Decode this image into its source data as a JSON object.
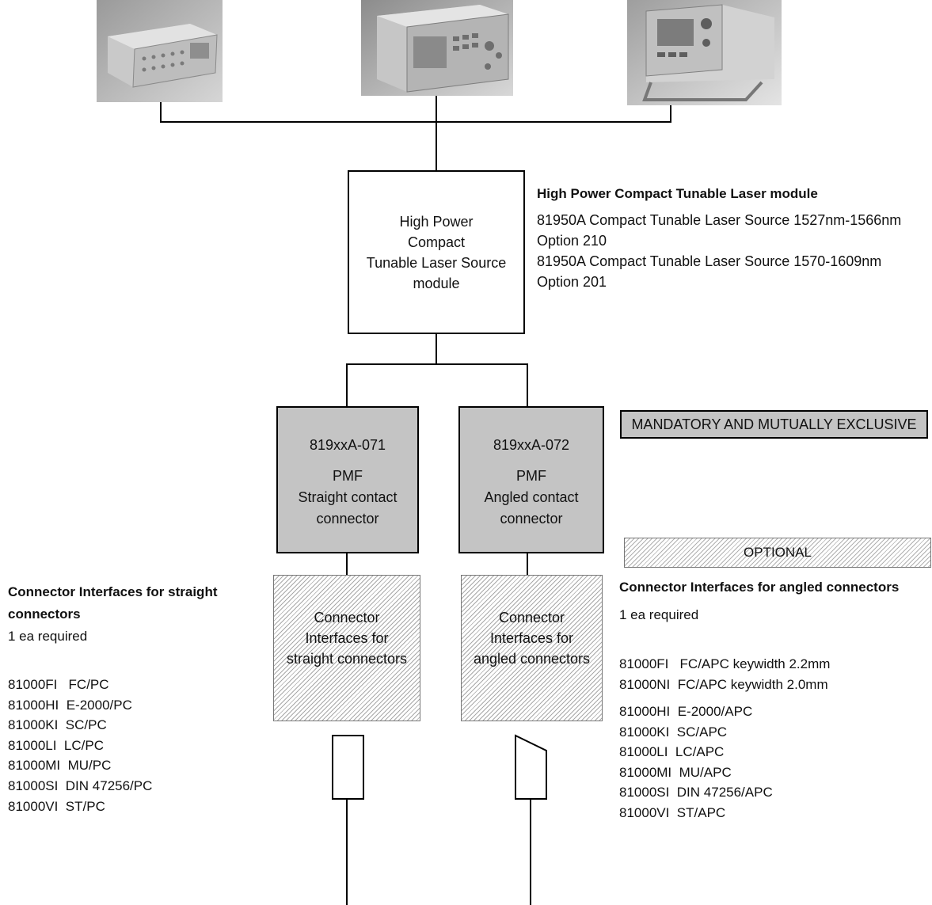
{
  "photos": {
    "left_icon": "multiport-instrument-photo",
    "center_icon": "lightwave-mainframe-photo",
    "right_icon": "compact-mainframe-photo"
  },
  "laser_module": {
    "box_label": "High Power\nCompact\nTunable Laser Source\nmodule",
    "side_title": "High Power Compact Tunable Laser module",
    "side_lines": [
      "81950A Compact Tunable Laser Source 1527nm-1566nm",
      "Option 210",
      "81950A Compact Tunable Laser Source 1570-1609nm",
      "Option 201"
    ]
  },
  "mandatory_tag": "MANDATORY AND MUTUALLY EXCLUSIVE",
  "optional_tag": "OPTIONAL",
  "option_straight": {
    "code": "819xxA-071",
    "label": "PMF\nStraight contact\nconnector"
  },
  "option_angled": {
    "code": "819xxA-072",
    "label": "PMF\nAngled contact\nconnector"
  },
  "interface_straight_box": "Connector\nInterfaces for\nstraight connectors",
  "interface_angled_box": "Connector\nInterfaces for\nangled connectors",
  "straight_list": {
    "title_line1": "Connector Interfaces for straight",
    "title_line2": "connectors",
    "required": "1 ea required",
    "items": [
      "81000FI   FC/PC",
      "81000HI  E-2000/PC",
      "81000KI  SC/PC",
      "81000LI  LC/PC",
      "81000MI  MU/PC",
      "81000SI  DIN 47256/PC",
      "81000VI  ST/PC"
    ]
  },
  "angled_list": {
    "title": "Connector Interfaces for angled connectors",
    "required": "1 ea required",
    "items_top": [
      "81000FI   FC/APC keywidth 2.2mm",
      "81000NI  FC/APC keywidth 2.0mm"
    ],
    "items_bottom": [
      "81000HI  E-2000/APC",
      "81000KI  SC/APC",
      "81000LI  LC/APC",
      "81000MI  MU/APC",
      "81000SI  DIN 47256/APC",
      "81000VI  ST/APC"
    ]
  },
  "colors": {
    "mandatory_fill": "#c4c4c4",
    "line": "#000000"
  }
}
